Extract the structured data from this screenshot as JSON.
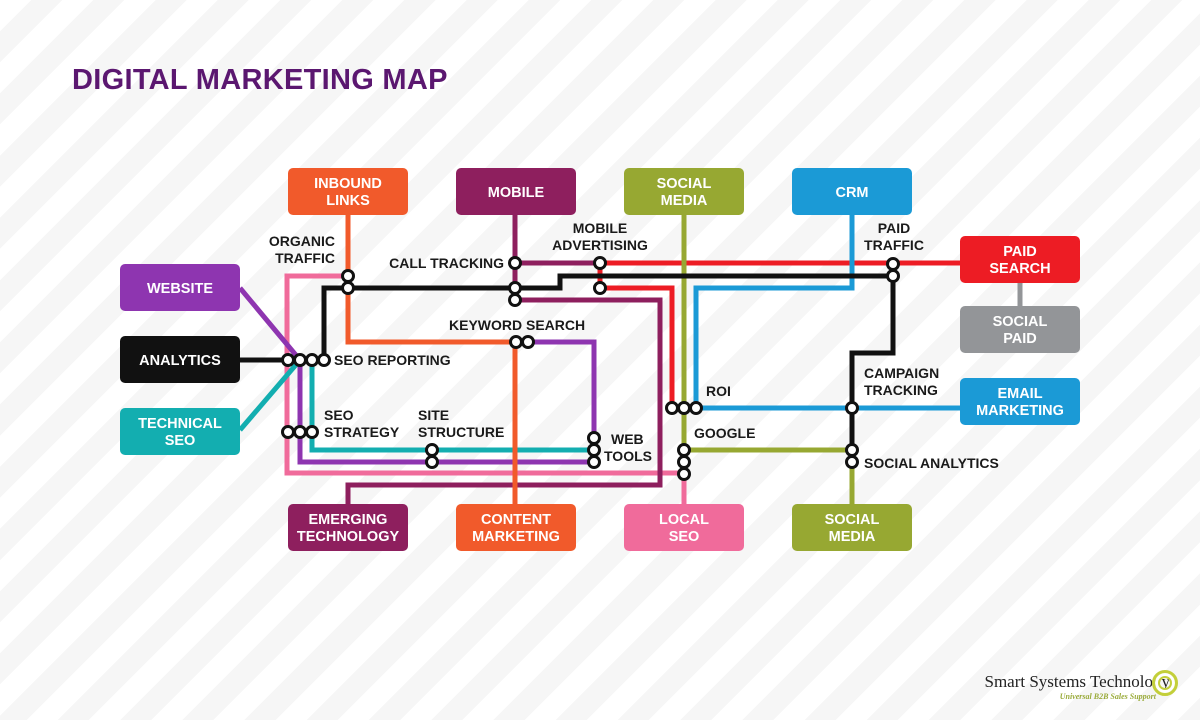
{
  "title": "DIGITAL MARKETING MAP",
  "colors": {
    "orange": "#f15a2b",
    "magenta": "#8e1f5e",
    "olive": "#97a832",
    "blue": "#1b9ad6",
    "red": "#ed1c24",
    "gray": "#939598",
    "purple": "#8e35b0",
    "teal": "#13aeb0",
    "pink": "#f06b9b",
    "black": "#111111",
    "title": "#5b1770"
  },
  "boxes": {
    "inbound_links": [
      "INBOUND",
      "LINKS"
    ],
    "mobile": [
      "MOBILE"
    ],
    "social_media_top": [
      "SOCIAL",
      "MEDIA"
    ],
    "crm": [
      "CRM"
    ],
    "paid_search": [
      "PAID",
      "SEARCH"
    ],
    "social_paid": [
      "SOCIAL",
      "PAID"
    ],
    "website": [
      "WEBSITE"
    ],
    "analytics": [
      "ANALYTICS"
    ],
    "technical_seo": [
      "TECHNICAL",
      "SEO"
    ],
    "email_marketing": [
      "EMAIL",
      "MARKETING"
    ],
    "emerging_technology": [
      "EMERGING",
      "TECHNOLOGY"
    ],
    "content_marketing": [
      "CONTENT",
      "MARKETING"
    ],
    "local_seo": [
      "LOCAL",
      "SEO"
    ],
    "social_media_bottom": [
      "SOCIAL",
      "MEDIA"
    ]
  },
  "stations": {
    "organic_traffic": [
      "ORGANIC",
      "TRAFFIC"
    ],
    "call_tracking": "CALL TRACKING",
    "mobile_advertising": [
      "MOBILE",
      "ADVERTISING"
    ],
    "paid_traffic": [
      "PAID",
      "TRAFFIC"
    ],
    "keyword_search": "KEYWORD SEARCH",
    "seo_reporting": "SEO REPORTING",
    "seo_strategy": [
      "SEO",
      "STRATEGY"
    ],
    "site_structure": [
      "SITE",
      "STRUCTURE"
    ],
    "web_tools": [
      "WEB",
      "TOOLS"
    ],
    "roi": "ROI",
    "google": "GOOGLE",
    "campaign_tracking": [
      "CAMPAIGN",
      "TRACKING"
    ],
    "social_analytics": "SOCIAL ANALYTICS"
  },
  "logo": {
    "name": "Smart Systems Technology",
    "tagline": "Universal B2B Sales Support"
  }
}
